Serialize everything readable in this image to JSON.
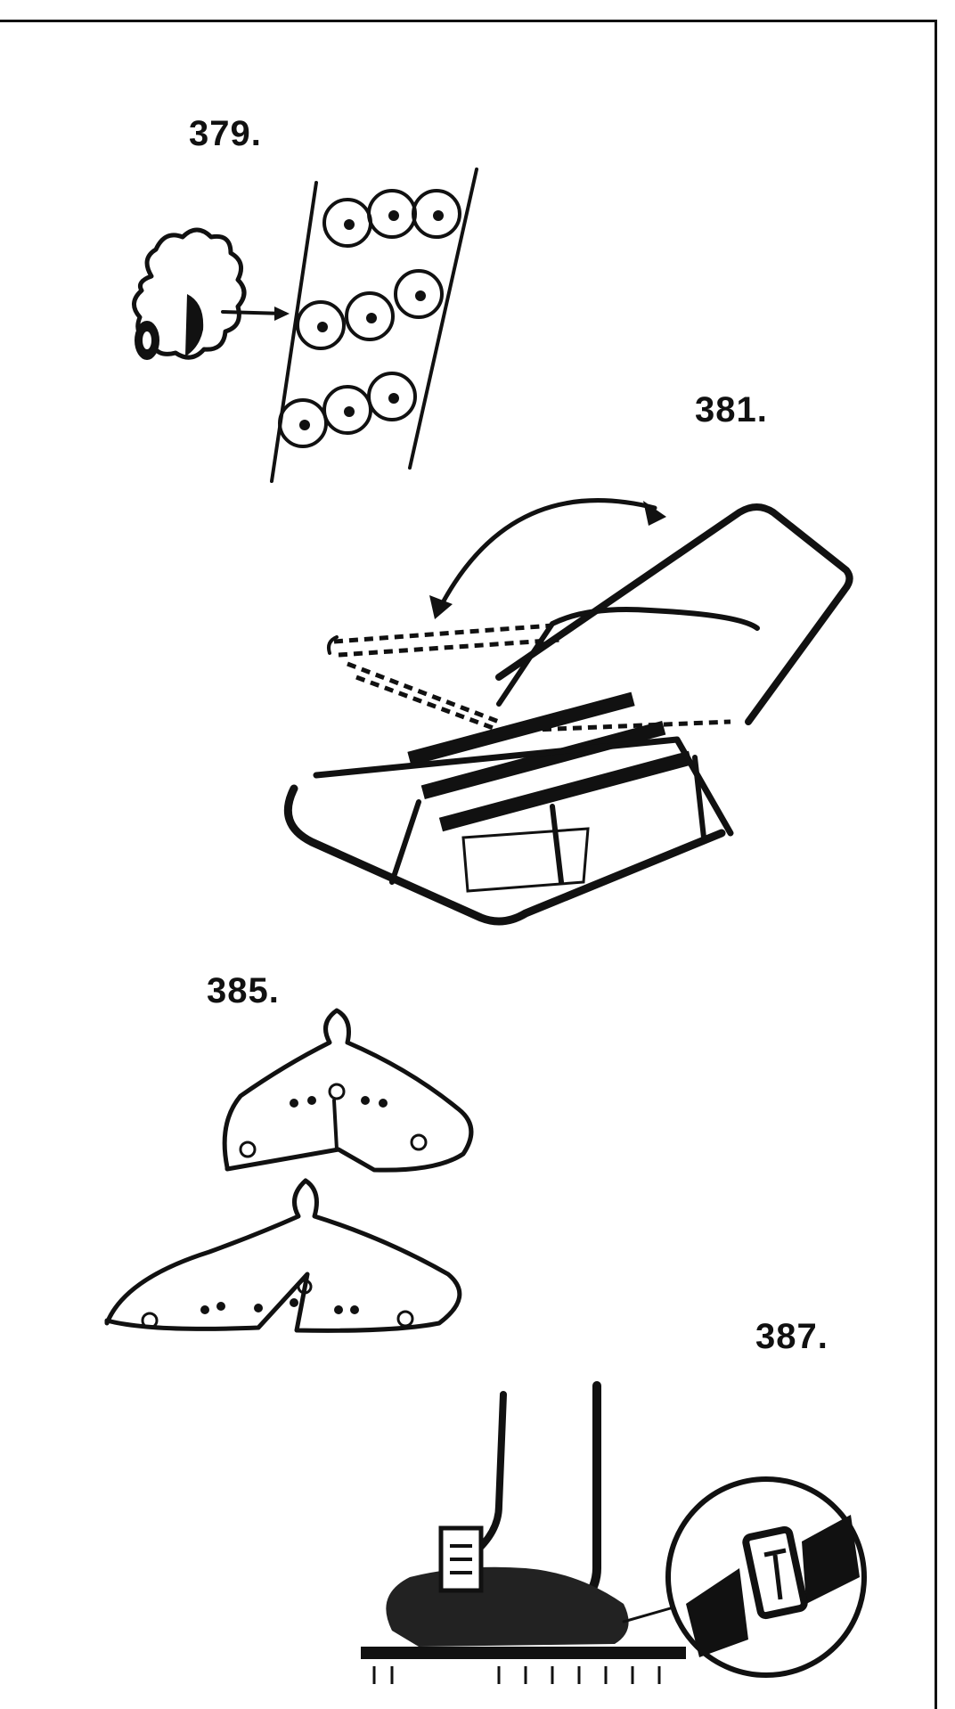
{
  "figures": [
    {
      "label": "379.",
      "subject": "flower-buttons"
    },
    {
      "label": "381.",
      "subject": "sled-with-folding-backrest"
    },
    {
      "label": "385.",
      "subject": "leaf-shaped-pieces"
    },
    {
      "label": "387.",
      "subject": "boot-strap-buckle"
    }
  ],
  "colors": {
    "ink": "#111111",
    "paper": "#ffffff"
  }
}
